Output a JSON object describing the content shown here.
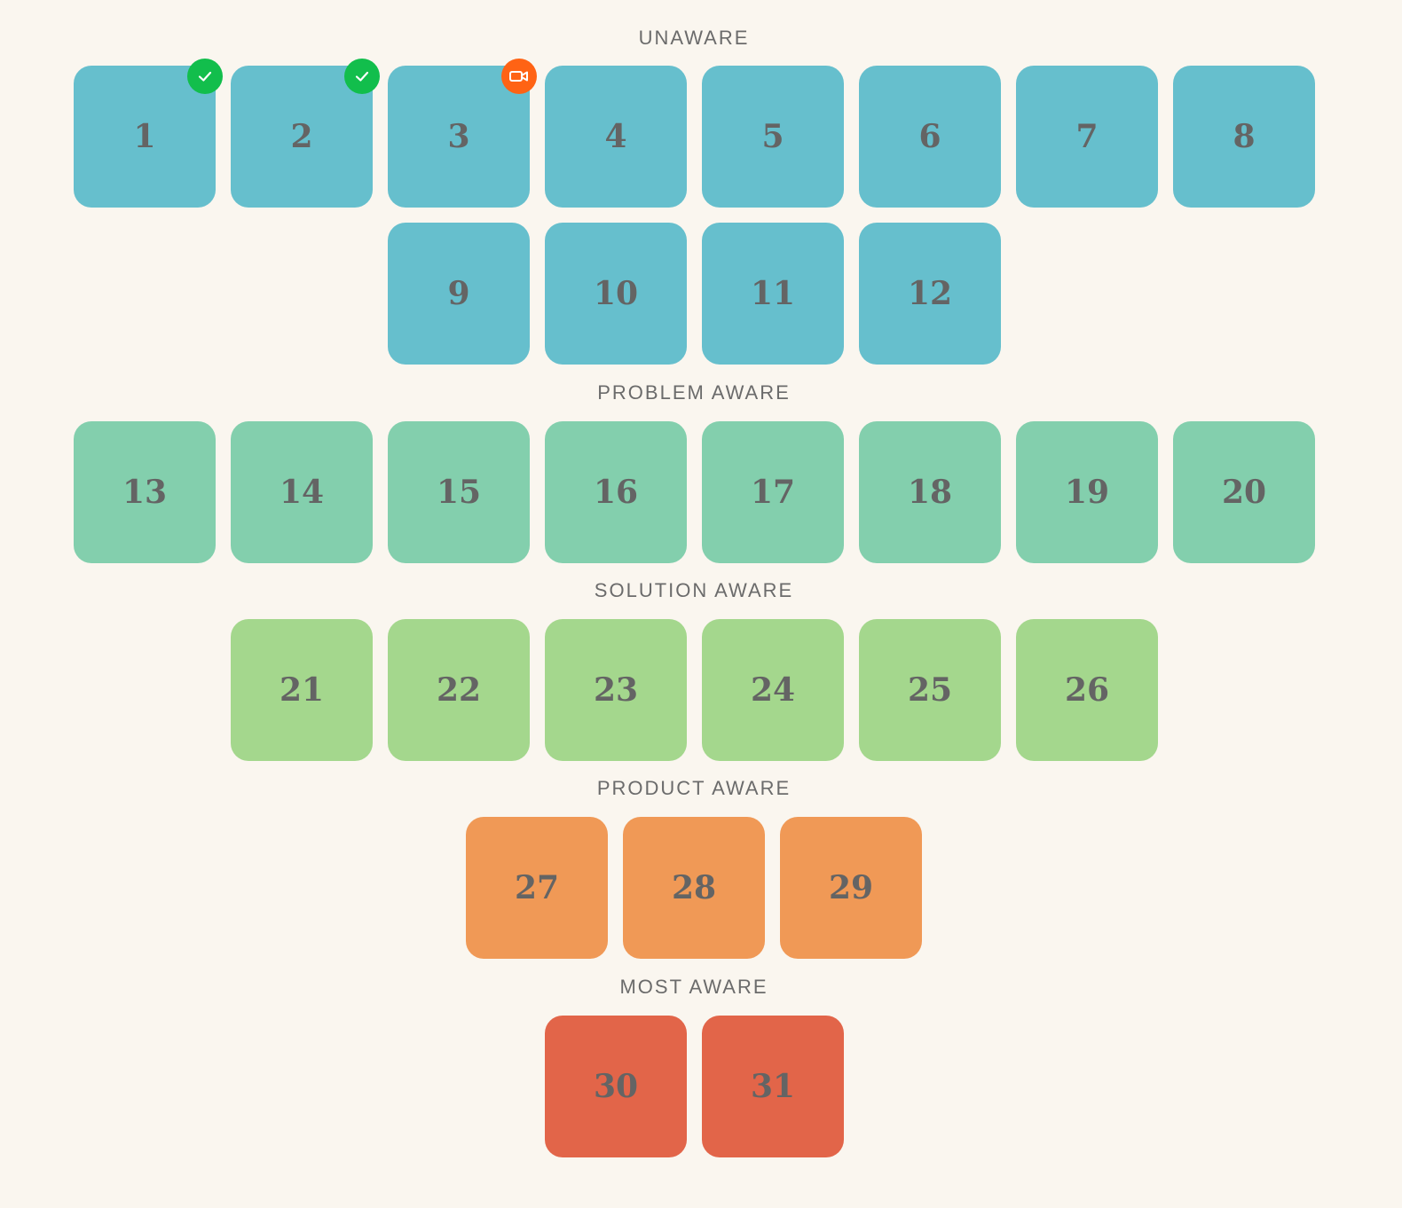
{
  "colors": {
    "background": "#faf6ef",
    "unaware": "#66bfcd",
    "problem_aware": "#83cfad",
    "solution_aware": "#a4d78d",
    "product_aware": "#f09956",
    "most_aware": "#e26549",
    "done_badge": "#12be4c",
    "video_badge": "#ff6314",
    "text": "#646464"
  },
  "sections": [
    {
      "title": "UNAWARE",
      "items": [
        {
          "label": "1",
          "status": "done"
        },
        {
          "label": "2",
          "status": "done"
        },
        {
          "label": "3",
          "status": "video"
        },
        {
          "label": "4"
        },
        {
          "label": "5"
        },
        {
          "label": "6"
        },
        {
          "label": "7"
        },
        {
          "label": "8"
        },
        {
          "label": "9"
        },
        {
          "label": "10"
        },
        {
          "label": "11"
        },
        {
          "label": "12"
        }
      ]
    },
    {
      "title": "PROBLEM AWARE",
      "items": [
        {
          "label": "13"
        },
        {
          "label": "14"
        },
        {
          "label": "15"
        },
        {
          "label": "16"
        },
        {
          "label": "17"
        },
        {
          "label": "18"
        },
        {
          "label": "19"
        },
        {
          "label": "20"
        }
      ]
    },
    {
      "title": "SOLUTION AWARE",
      "items": [
        {
          "label": "21"
        },
        {
          "label": "22"
        },
        {
          "label": "23"
        },
        {
          "label": "24"
        },
        {
          "label": "25"
        },
        {
          "label": "26"
        }
      ]
    },
    {
      "title": "PRODUCT AWARE",
      "items": [
        {
          "label": "27"
        },
        {
          "label": "28"
        },
        {
          "label": "29"
        }
      ]
    },
    {
      "title": "MOST AWARE",
      "items": [
        {
          "label": "30"
        },
        {
          "label": "31"
        }
      ]
    }
  ]
}
